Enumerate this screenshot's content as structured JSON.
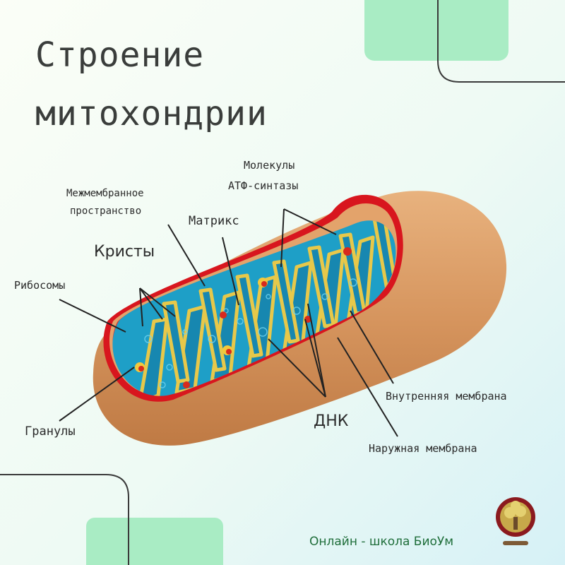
{
  "title": {
    "line1": "Строение",
    "line2": "митохондрии"
  },
  "labels": {
    "molecules_line1": "Молекулы",
    "molecules_line2": "АТФ-синтазы",
    "intermembrane_line1": "Межмембранное",
    "intermembrane_line2": "пространство",
    "matrix": "Матрикс",
    "cristae": "Кристы",
    "ribosomes": "Рибосомы",
    "inner_membrane": "Внутренняя мембрана",
    "dna": "ДНК",
    "granules": "Гранулы",
    "outer_membrane": "Наружная мембрана"
  },
  "footer": {
    "school": "Онлайн - школа БиоУм"
  },
  "colors": {
    "matrix_blue": "#1e9fc7",
    "membrane_red": "#d8161e",
    "outer_tan": "#d6955e",
    "cristae_yellow": "#e7c84a",
    "accent_green": "#a9ecc4",
    "footer_green": "#1f6e3a"
  }
}
